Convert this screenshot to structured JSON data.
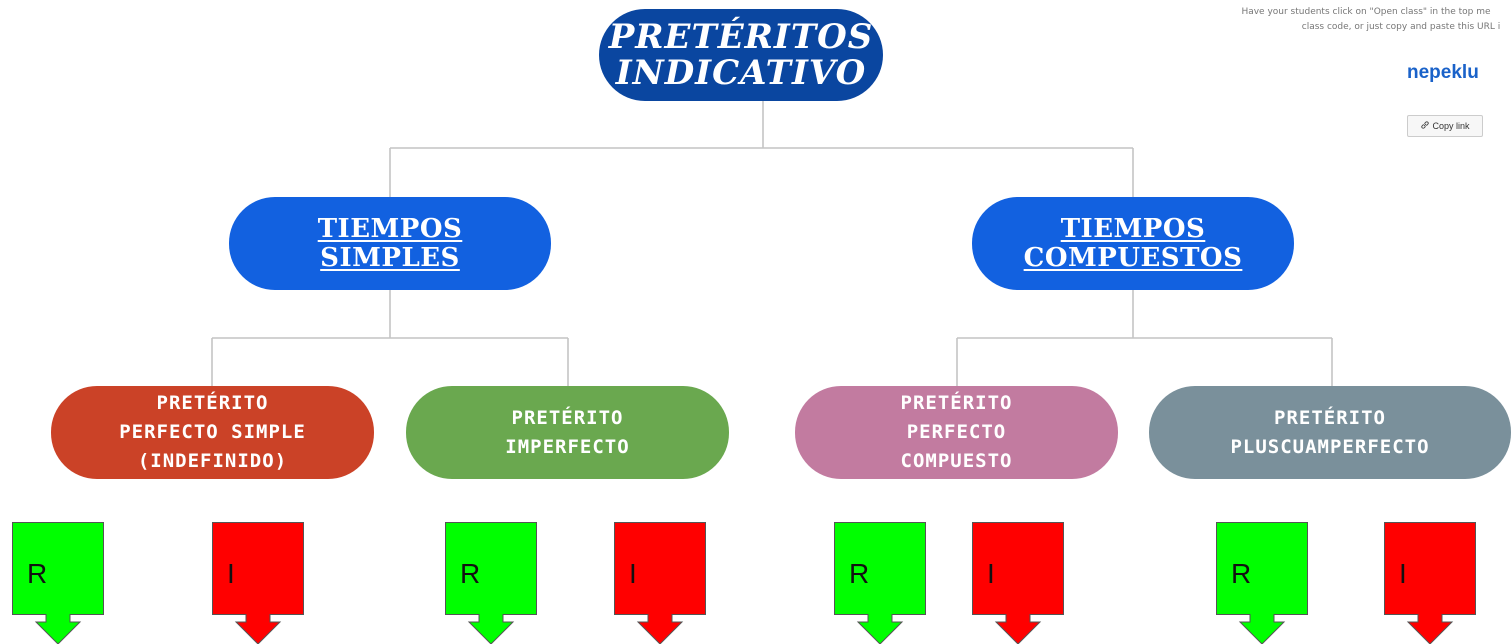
{
  "root": {
    "label": "PRETÉRITOS\nINDICATIVO",
    "color": "#0a46a0"
  },
  "groups": [
    {
      "label": "TIEMPOS\nSIMPLES",
      "color": "#1261e0"
    },
    {
      "label": "TIEMPOS\nCOMPUESTOS",
      "color": "#1261e0"
    }
  ],
  "tenses": [
    {
      "label": "PRETÉRITO\nPERFECTO SIMPLE\n(INDEFINIDO)",
      "color": "#cb4227"
    },
    {
      "label": "PRETÉRITO\nIMPERFECTO",
      "color": "#6aa84f"
    },
    {
      "label": "PRETÉRITO\nPERFECTO\nCOMPUESTO",
      "color": "#c27ba0"
    },
    {
      "label": "PRETÉRITO\nPLUSCUAMPERFECTO",
      "color": "#7a909b"
    }
  ],
  "cards": [
    {
      "letter": "R",
      "color": "#00ff00"
    },
    {
      "letter": "I",
      "color": "#ff0000"
    },
    {
      "letter": "R",
      "color": "#00ff00"
    },
    {
      "letter": "I",
      "color": "#ff0000"
    },
    {
      "letter": "R",
      "color": "#00ff00"
    },
    {
      "letter": "I",
      "color": "#ff0000"
    },
    {
      "letter": "R",
      "color": "#00ff00"
    },
    {
      "letter": "I",
      "color": "#ff0000"
    }
  ],
  "class_panel": {
    "hint_line1": "Have your students click on \"Open class\" in the top me",
    "hint_line2": "class code, or just copy and paste this URL i",
    "class_code": "nepeklu",
    "copy_link_label": "Copy link",
    "link_icon": "link-icon"
  }
}
